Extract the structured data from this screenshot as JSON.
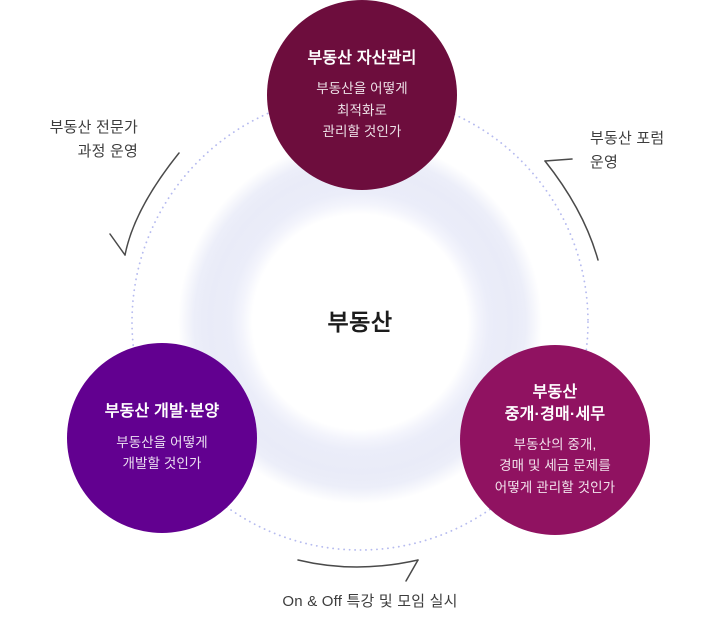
{
  "diagram": {
    "center_label": "부동산",
    "nodes": {
      "asset": {
        "title": "부동산 자산관리",
        "desc_lines": [
          "부동산을 어떻게",
          "최적화로",
          "관리할 것인가"
        ],
        "color": "#6D0D3D"
      },
      "develop": {
        "title": "부동산 개발·분양",
        "desc_lines": [
          "부동산을 어떻게",
          "개발할 것인가"
        ],
        "color": "#620090"
      },
      "brokerage": {
        "title_lines": [
          "부동산",
          "중개·경매·세무"
        ],
        "desc_lines": [
          "부동산의 중개,",
          "경매 및 세금 문제를",
          "어떻게 관리할 것인가"
        ],
        "color": "#901261"
      }
    },
    "annotations": {
      "left": {
        "lines": [
          "부동산 전문가",
          "과정 운영"
        ]
      },
      "right": {
        "lines": [
          "부동산 포럼",
          "운영"
        ]
      },
      "bottom": {
        "lines": [
          "On & Off 특강 및 모임 실시"
        ]
      }
    },
    "colors": {
      "dotted_orbit": "#b6bbef",
      "soft_ring": "#e9ebf8",
      "arrow": "#4a4a4a",
      "annotation_text": "#3d3d3d",
      "center_text": "#1c1c1c"
    }
  }
}
